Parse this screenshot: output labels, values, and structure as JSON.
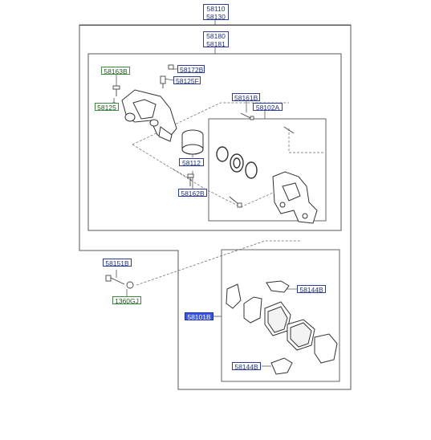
{
  "diagram": {
    "top_group": {
      "line1": "58110",
      "line2": "58130"
    },
    "inner_group": {
      "line1": "58180",
      "line2": "58181"
    },
    "labels": {
      "b58163B": "58163B",
      "b58172B": "58172B",
      "b58125F": "58125F",
      "b58125": "58125",
      "b58161B": "58161B",
      "b58102A": "58102A",
      "b58112": "58112",
      "b58162B": "58162B",
      "b58151B": "58151B",
      "b1360GJ": "1360GJ",
      "b58101B": "58101B",
      "b58144B_top": "58144B",
      "b58144B_bottom": "58144B"
    },
    "colors": {
      "label_border_blue": "#2b3f9a",
      "label_border_green": "#3d8a3d",
      "selected": "#3b55e6",
      "line": "#555555"
    }
  }
}
